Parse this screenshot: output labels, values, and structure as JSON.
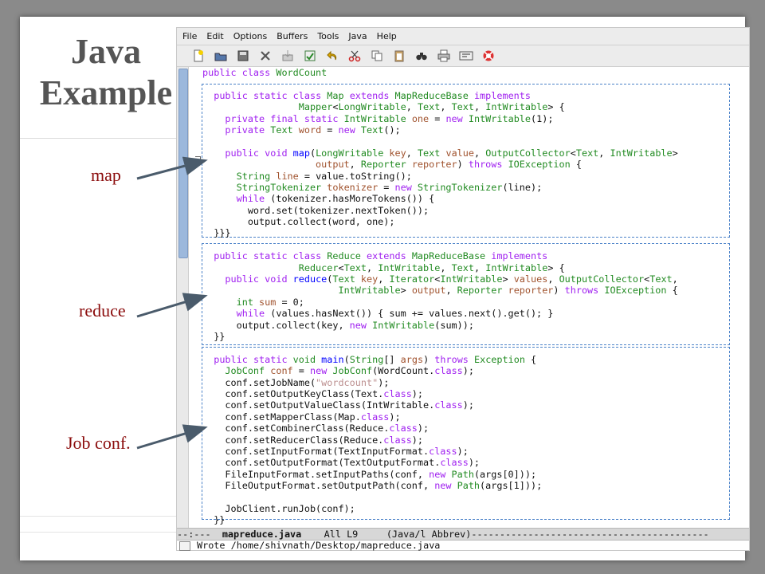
{
  "slide": {
    "title_line1": "Java",
    "title_line2": "Example",
    "labels": {
      "map": "map",
      "reduce": "reduce",
      "jobconf": "Job conf."
    }
  },
  "editor": {
    "menu": [
      "File",
      "Edit",
      "Options",
      "Buffers",
      "Tools",
      "Java",
      "Help"
    ],
    "toolbar_icons": [
      "new-file-icon",
      "open-folder-icon",
      "save-disk-icon",
      "close-x-icon",
      "save-as-icon",
      "undo-arrow-icon",
      "cut-scissors-icon",
      "copy-icon",
      "paste-clipboard-icon",
      "search-binoculars-icon",
      "print-printer-icon",
      "preferences-icon",
      "help-lifebuoy-icon"
    ],
    "code_lines": [
      [
        [
          "kw",
          "public "
        ],
        [
          "kw",
          "class "
        ],
        [
          "ty",
          "WordCount"
        ]
      ],
      [],
      [
        [
          "",
          "  "
        ],
        [
          "kw",
          "public "
        ],
        [
          "kw",
          "static "
        ],
        [
          "kw",
          "class "
        ],
        [
          "ty",
          "Map "
        ],
        [
          "kw",
          "extends "
        ],
        [
          "ty",
          "MapReduceBase "
        ],
        [
          "kw",
          "implements"
        ]
      ],
      [
        [
          "",
          "                 "
        ],
        [
          "ty",
          "Mapper"
        ],
        [
          "",
          "<"
        ],
        [
          "ty",
          "LongWritable"
        ],
        [
          "",
          ", "
        ],
        [
          "ty",
          "Text"
        ],
        [
          "",
          ", "
        ],
        [
          "ty",
          "Text"
        ],
        [
          "",
          ", "
        ],
        [
          "ty",
          "IntWritable"
        ],
        [
          "",
          "> {"
        ]
      ],
      [
        [
          "",
          "    "
        ],
        [
          "kw",
          "private "
        ],
        [
          "kw",
          "final "
        ],
        [
          "kw",
          "static "
        ],
        [
          "ty",
          "IntWritable "
        ],
        [
          "vn",
          "one"
        ],
        [
          "",
          " = "
        ],
        [
          "kw",
          "new "
        ],
        [
          "ty",
          "IntWritable"
        ],
        [
          "",
          "(1);"
        ]
      ],
      [
        [
          "",
          "    "
        ],
        [
          "kw",
          "private "
        ],
        [
          "ty",
          "Text "
        ],
        [
          "vn",
          "word"
        ],
        [
          "",
          " = "
        ],
        [
          "kw",
          "new "
        ],
        [
          "ty",
          "Text"
        ],
        [
          "",
          "();"
        ]
      ],
      [],
      [
        [
          "",
          "    "
        ],
        [
          "kw",
          "public "
        ],
        [
          "kw",
          "void "
        ],
        [
          "fn",
          "map"
        ],
        [
          "",
          "("
        ],
        [
          "ty",
          "LongWritable "
        ],
        [
          "vn",
          "key"
        ],
        [
          "",
          ", "
        ],
        [
          "ty",
          "Text "
        ],
        [
          "vn",
          "value"
        ],
        [
          "",
          ", "
        ],
        [
          "ty",
          "OutputCollector"
        ],
        [
          "",
          "<"
        ],
        [
          "ty",
          "Text"
        ],
        [
          "",
          ", "
        ],
        [
          "ty",
          "IntWritable"
        ],
        [
          "",
          ">"
        ]
      ],
      [
        [
          "",
          "                    "
        ],
        [
          "vn",
          "output"
        ],
        [
          "",
          ", "
        ],
        [
          "ty",
          "Reporter "
        ],
        [
          "vn",
          "reporter"
        ],
        [
          "",
          ") "
        ],
        [
          "kw",
          "throws "
        ],
        [
          "ty",
          "IOException"
        ],
        [
          "",
          " {"
        ]
      ],
      [
        [
          "",
          "      "
        ],
        [
          "ty",
          "String "
        ],
        [
          "vn",
          "line"
        ],
        [
          "",
          " = value.toString();"
        ]
      ],
      [
        [
          "",
          "      "
        ],
        [
          "ty",
          "StringTokenizer "
        ],
        [
          "vn",
          "tokenizer"
        ],
        [
          "",
          " = "
        ],
        [
          "kw",
          "new "
        ],
        [
          "ty",
          "StringTokenizer"
        ],
        [
          "",
          "(line);"
        ]
      ],
      [
        [
          "",
          "      "
        ],
        [
          "kw",
          "while"
        ],
        [
          "",
          " (tokenizer.hasMoreTokens()) {"
        ]
      ],
      [
        [
          "",
          "        word.set(tokenizer.nextToken());"
        ]
      ],
      [
        [
          "",
          "        output.collect(word, one);"
        ]
      ],
      [
        [
          "",
          "  }}}"
        ]
      ],
      [],
      [
        [
          "",
          "  "
        ],
        [
          "kw",
          "public "
        ],
        [
          "kw",
          "static "
        ],
        [
          "kw",
          "class "
        ],
        [
          "ty",
          "Reduce "
        ],
        [
          "kw",
          "extends "
        ],
        [
          "ty",
          "MapReduceBase "
        ],
        [
          "kw",
          "implements"
        ]
      ],
      [
        [
          "",
          "                 "
        ],
        [
          "ty",
          "Reducer"
        ],
        [
          "",
          "<"
        ],
        [
          "ty",
          "Text"
        ],
        [
          "",
          ", "
        ],
        [
          "ty",
          "IntWritable"
        ],
        [
          "",
          ", "
        ],
        [
          "ty",
          "Text"
        ],
        [
          "",
          ", "
        ],
        [
          "ty",
          "IntWritable"
        ],
        [
          "",
          "> {"
        ]
      ],
      [
        [
          "",
          "    "
        ],
        [
          "kw",
          "public "
        ],
        [
          "kw",
          "void "
        ],
        [
          "fn",
          "reduce"
        ],
        [
          "",
          "("
        ],
        [
          "ty",
          "Text "
        ],
        [
          "vn",
          "key"
        ],
        [
          "",
          ", "
        ],
        [
          "ty",
          "Iterator"
        ],
        [
          "",
          "<"
        ],
        [
          "ty",
          "IntWritable"
        ],
        [
          "",
          "> "
        ],
        [
          "vn",
          "values"
        ],
        [
          "",
          ", "
        ],
        [
          "ty",
          "OutputCollector"
        ],
        [
          "",
          "<"
        ],
        [
          "ty",
          "Text"
        ],
        [
          "",
          ","
        ]
      ],
      [
        [
          "",
          "                        "
        ],
        [
          "ty",
          "IntWritable"
        ],
        [
          "",
          "> "
        ],
        [
          "vn",
          "output"
        ],
        [
          "",
          ", "
        ],
        [
          "ty",
          "Reporter "
        ],
        [
          "vn",
          "reporter"
        ],
        [
          "",
          ") "
        ],
        [
          "kw",
          "throws "
        ],
        [
          "ty",
          "IOException"
        ],
        [
          "",
          " {"
        ]
      ],
      [
        [
          "",
          "      "
        ],
        [
          "ty",
          "int "
        ],
        [
          "vn",
          "sum"
        ],
        [
          "",
          " = 0;"
        ]
      ],
      [
        [
          "",
          "      "
        ],
        [
          "kw",
          "while"
        ],
        [
          "",
          " (values.hasNext()) { sum += values.next().get(); }"
        ]
      ],
      [
        [
          "",
          "      output.collect(key, "
        ],
        [
          "kw",
          "new "
        ],
        [
          "ty",
          "IntWritable"
        ],
        [
          "",
          "(sum));"
        ]
      ],
      [
        [
          "",
          "  }}"
        ]
      ],
      [],
      [
        [
          "",
          "  "
        ],
        [
          "kw",
          "public "
        ],
        [
          "kw",
          "static "
        ],
        [
          "ty",
          "void "
        ],
        [
          "fn",
          "main"
        ],
        [
          "",
          "("
        ],
        [
          "ty",
          "String"
        ],
        [
          "",
          "[] "
        ],
        [
          "vn",
          "args"
        ],
        [
          "",
          ") "
        ],
        [
          "kw",
          "throws "
        ],
        [
          "ty",
          "Exception"
        ],
        [
          "",
          " {"
        ]
      ],
      [
        [
          "",
          "    "
        ],
        [
          "ty",
          "JobConf "
        ],
        [
          "vn",
          "conf"
        ],
        [
          "",
          " = "
        ],
        [
          "kw",
          "new "
        ],
        [
          "ty",
          "JobConf"
        ],
        [
          "",
          "(WordCount."
        ],
        [
          "kw",
          "class"
        ],
        [
          "",
          ");"
        ]
      ],
      [
        [
          "",
          "    conf.setJobName("
        ],
        [
          "st",
          "\"wordcount\""
        ],
        [
          "",
          ");"
        ]
      ],
      [
        [
          "",
          "    conf.setOutputKeyClass(Text."
        ],
        [
          "kw",
          "class"
        ],
        [
          "",
          ");"
        ]
      ],
      [
        [
          "",
          "    conf.setOutputValueClass(IntWritable."
        ],
        [
          "kw",
          "class"
        ],
        [
          "",
          ");"
        ]
      ],
      [
        [
          "",
          "    conf.setMapperClass(Map."
        ],
        [
          "kw",
          "class"
        ],
        [
          "",
          ");"
        ]
      ],
      [
        [
          "",
          "    conf.setCombinerClass(Reduce."
        ],
        [
          "kw",
          "class"
        ],
        [
          "",
          ");"
        ]
      ],
      [
        [
          "",
          "    conf.setReducerClass(Reduce."
        ],
        [
          "kw",
          "class"
        ],
        [
          "",
          ");"
        ]
      ],
      [
        [
          "",
          "    conf.setInputFormat(TextInputFormat."
        ],
        [
          "kw",
          "class"
        ],
        [
          "",
          ");"
        ]
      ],
      [
        [
          "",
          "    conf.setOutputFormat(TextOutputFormat."
        ],
        [
          "kw",
          "class"
        ],
        [
          "",
          ");"
        ]
      ],
      [
        [
          "",
          "    FileInputFormat.setInputPaths(conf, "
        ],
        [
          "kw",
          "new "
        ],
        [
          "ty",
          "Path"
        ],
        [
          "",
          "(args[0]));"
        ]
      ],
      [
        [
          "",
          "    FileOutputFormat.setOutputPath(conf, "
        ],
        [
          "kw",
          "new "
        ],
        [
          "ty",
          "Path"
        ],
        [
          "",
          "(args[1]));"
        ]
      ],
      [],
      [
        [
          "",
          "    JobClient.runJob(conf);"
        ]
      ],
      [
        [
          "",
          "  }}"
        ]
      ]
    ],
    "modeline": {
      "prefix": "--:---  ",
      "buffer": "mapreduce.java",
      "position": "    All L9     ",
      "mode": "(Java/l Abbrev)",
      "fill": "------------------------------------------"
    },
    "echo": "Wrote /home/shivnath/Desktop/mapreduce.java"
  },
  "colors": {
    "keyword": "#a020f0",
    "type": "#228b22",
    "function": "#0000ff",
    "variable": "#a0522d",
    "string": "#bc8f8f",
    "label": "#8b0c0c",
    "block_border": "#4b82c8"
  }
}
